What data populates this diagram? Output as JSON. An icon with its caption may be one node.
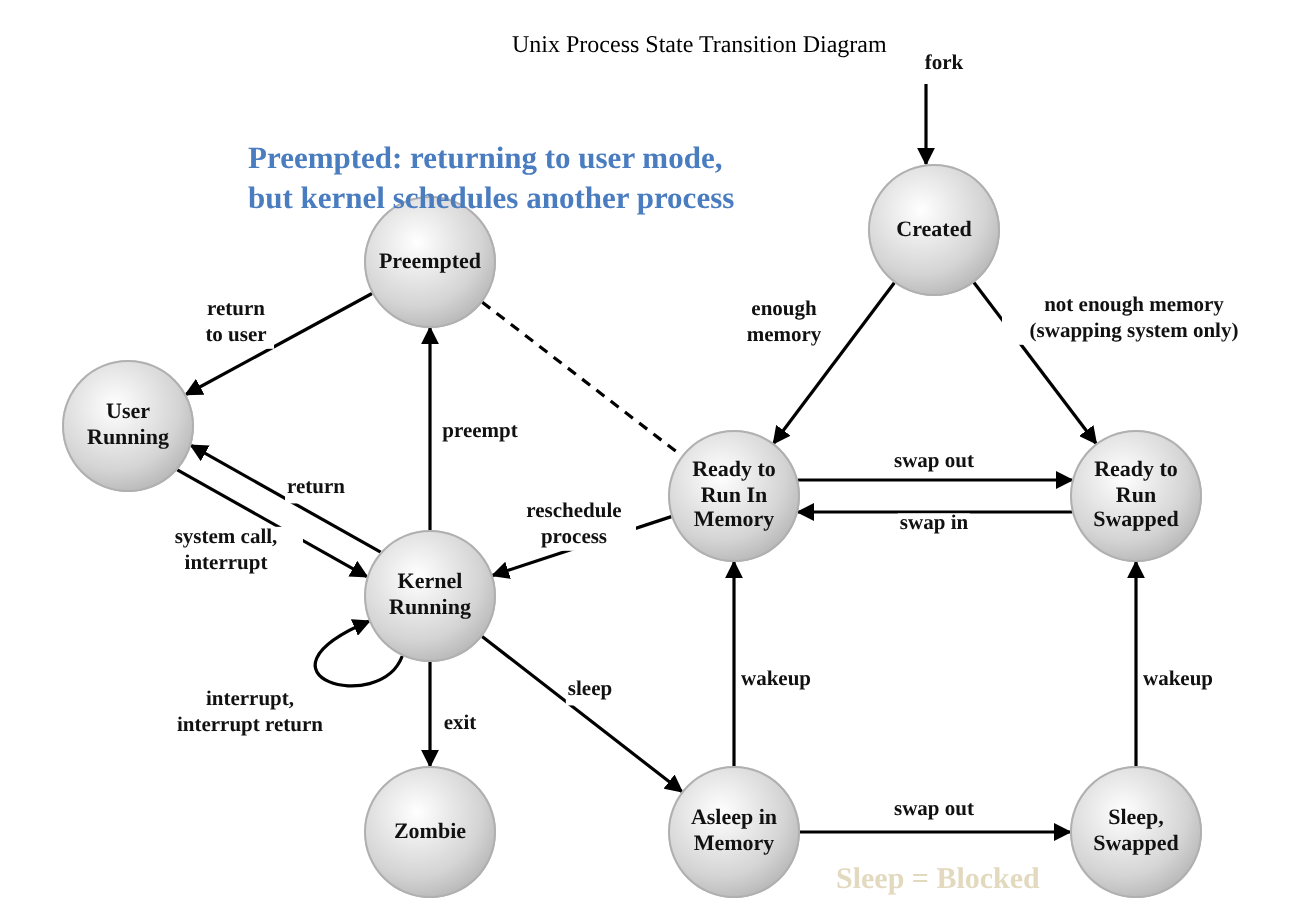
{
  "diagram": {
    "title": "Unix Process State Transition Diagram",
    "nodes": [
      {
        "text": [
          "Created"
        ]
      },
      {
        "text": [
          "Preempted"
        ]
      },
      {
        "text": [
          "User Running"
        ]
      },
      {
        "text": [
          "Ready to Run In Memory"
        ]
      },
      {
        "text": [
          "Ready to Run Swapped"
        ]
      },
      {
        "text": [
          "Kernel Running"
        ]
      },
      {
        "text": [
          "Zombie"
        ]
      },
      {
        "text": [
          "Asleep in Memory"
        ]
      },
      {
        "text": [
          "Sleep, Swapped"
        ]
      }
    ],
    "edges": [
      {
        "from": null,
        "to": 0,
        "arrow": "to",
        "label": "fork"
      },
      {
        "from": 0,
        "to": 3,
        "arrow": "to",
        "label": "enough memory"
      },
      {
        "from": 0,
        "to": 4,
        "arrow": "to",
        "label": "not enough memory (swapping system only)"
      },
      {
        "from": 1,
        "to": 2,
        "arrow": "to",
        "label": "return to user"
      },
      {
        "from": 1,
        "to": 3,
        "arrow": "none",
        "style": "dashed"
      },
      {
        "from": 5,
        "to": 1,
        "arrow": "to",
        "label": "preempt"
      },
      {
        "from": 5,
        "to": 2,
        "arrow": "to",
        "label": "return"
      },
      {
        "from": 2,
        "to": 5,
        "arrow": "to",
        "label": "system call, interrupt"
      },
      {
        "from": 5,
        "to": 5,
        "arrow": "to",
        "label": "interrupt, interrupt return"
      },
      {
        "from": 3,
        "to": 5,
        "arrow": "to",
        "label": "reschedule process"
      },
      {
        "from": 3,
        "to": 4,
        "arrow": "to",
        "label": "swap out"
      },
      {
        "from": 4,
        "to": 3,
        "arrow": "to",
        "label": "swap in"
      },
      {
        "from": 5,
        "to": 6,
        "arrow": "to",
        "label": "exit"
      },
      {
        "from": 5,
        "to": 7,
        "arrow": "to",
        "label": "sleep"
      },
      {
        "from": 7,
        "to": 3,
        "arrow": "to",
        "label": "wakeup"
      },
      {
        "from": 7,
        "to": 8,
        "arrow": "to",
        "label": "swap out"
      },
      {
        "from": 8,
        "to": 4,
        "arrow": "to",
        "label": "wakeup"
      }
    ],
    "labels": [
      "Preempted: returning to user mode, but kernel schedules another process",
      "Sleep = Blocked"
    ]
  }
}
